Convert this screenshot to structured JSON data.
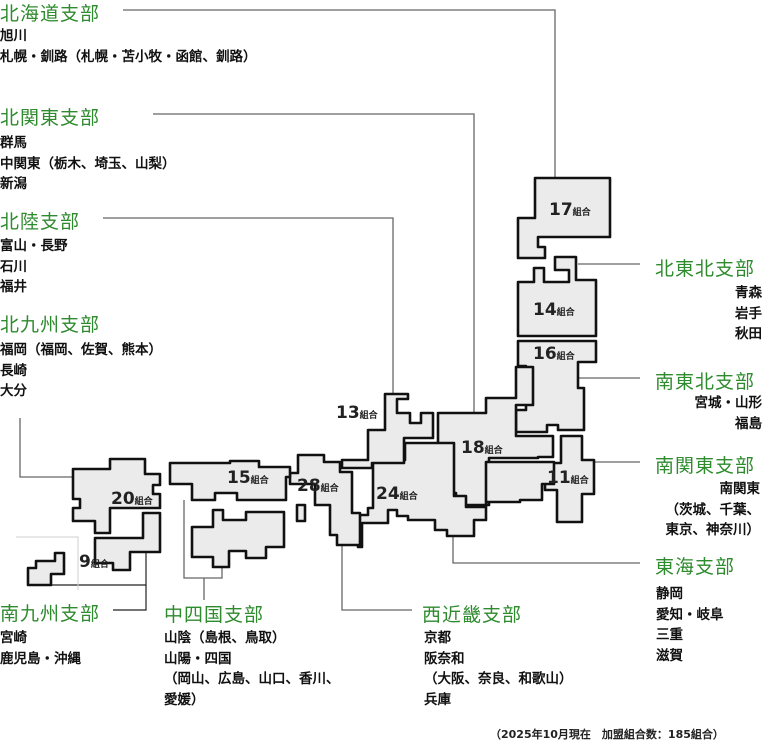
{
  "branches": [
    {
      "id": "hokkaido",
      "title": "北海道支部",
      "areas": [
        "旭川",
        "札幌・釧路（札幌・苫小牧・函館、釧路）"
      ],
      "count": "17",
      "unit": "組合"
    },
    {
      "id": "kitakanto",
      "title": "北関東支部",
      "areas": [
        "群馬",
        "中関東（栃木、埼玉、山梨）",
        "新潟"
      ],
      "count": "18",
      "unit": "組合"
    },
    {
      "id": "hokuriku",
      "title": "北陸支部",
      "areas": [
        "富山・長野",
        "石川",
        "福井"
      ],
      "count": "13",
      "unit": "組合"
    },
    {
      "id": "kitakyushu",
      "title": "北九州支部",
      "areas": [
        "福岡（福岡、佐賀、熊本）",
        "長崎",
        "大分"
      ],
      "count": "20",
      "unit": "組合"
    },
    {
      "id": "kitatohoku",
      "title": "北東北支部",
      "areas": [
        "青森",
        "岩手",
        "秋田"
      ],
      "count": "14",
      "unit": "組合"
    },
    {
      "id": "minamitohoku",
      "title": "南東北支部",
      "areas": [
        "宮城・山形",
        "福島"
      ],
      "count": "16",
      "unit": "組合"
    },
    {
      "id": "minamikanto",
      "title": "南関東支部",
      "areas": [
        "南関東",
        "（茨城、千葉、",
        "東京、神奈川）"
      ],
      "count": "11",
      "unit": "組合"
    },
    {
      "id": "tokai",
      "title": "東海支部",
      "areas": [
        "静岡",
        "愛知・岐阜",
        "三重",
        "滋賀"
      ],
      "count": "24",
      "unit": "組合"
    },
    {
      "id": "minamikyushu",
      "title": "南九州支部",
      "areas": [
        "宮崎",
        "鹿児島・沖縄"
      ],
      "count": "9",
      "unit": "組合"
    },
    {
      "id": "chushikoku",
      "title": "中四国支部",
      "areas": [
        "山陰（島根、鳥取）",
        "山陽・四国",
        "（岡山、広島、山口、香川、",
        "愛媛）"
      ],
      "count": "15",
      "unit": "組合"
    },
    {
      "id": "nishikinki",
      "title": "西近畿支部",
      "areas": [
        "京都",
        "阪奈和",
        "（大阪、奈良、和歌山）",
        "兵庫"
      ],
      "count": "28",
      "unit": "組合"
    }
  ],
  "footnote": "（2025年10月現在　加盟組合数：185組合）",
  "colors": {
    "title": "#2e8b2e",
    "region_fill": "#ebebeb",
    "region_stroke": "#111111",
    "leader_line": "#666666"
  }
}
